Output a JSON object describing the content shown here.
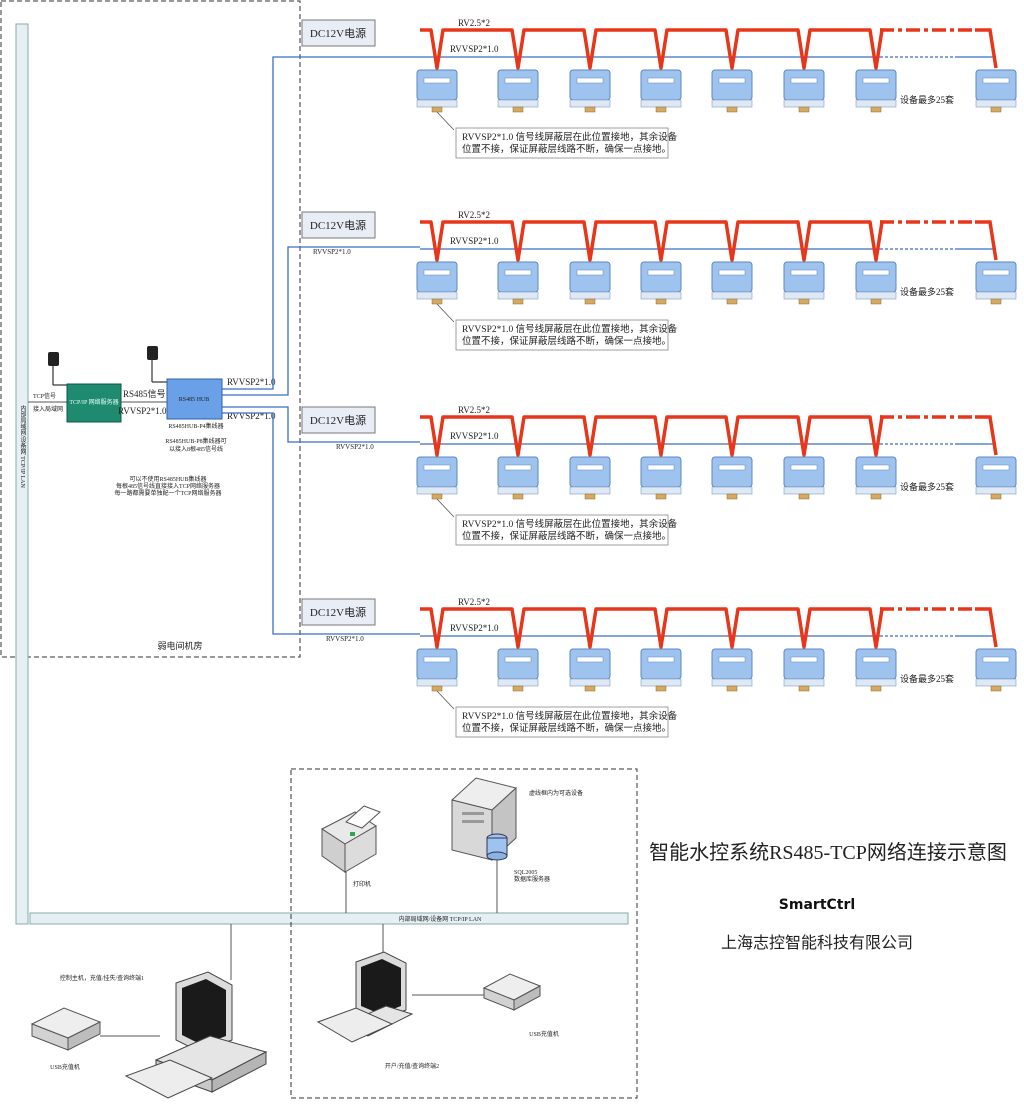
{
  "title": "智能水控系统RS485-TCP网络连接示意图",
  "brand": "SmartCtrl",
  "company": "上海志控智能科技有限公司",
  "room_label": "弱电间机房",
  "lan_vertical_label": "内部局域网/设备网 TCP/IP LAN",
  "lan_horizontal_label": "内部局域网/设备网 TCP/IP LAN",
  "tcp_signal_label": "TCP信号",
  "lan_access_label": "接入局域网",
  "tcp_server_label": "TCP/IP 网络服务器",
  "rs485_label": "RS485信号",
  "rvvsp_label": "RVVSP2*1.0",
  "hub_label": "RS485 HUB",
  "hub_caption": [
    "RS485HUB-P4集线器",
    "RS485HUB-P8集线器可",
    "以接入8根485信号线"
  ],
  "hub_notes": [
    "可以不使用RS485HUB集线器",
    "每根485信号线直接接入TCP网络服务器",
    "每一路都需要单独配一个TCP网络服务器"
  ],
  "psu_label": "DC12V电源",
  "power_cable_label": "RV2.5*2",
  "signal_cable_label": "RVVSP2*1.0",
  "max_devices_label": "设备最多25套",
  "shield_note": [
    "RVVSP2*1.0 信号线屏蔽层在此位置接地，其余设备",
    "位置不接，保证屏蔽层线路不断，确保一点接地。"
  ],
  "optional_note": "虚线框内为可选设备",
  "printer_label": "打印机",
  "db_server_label": [
    "SQL2005",
    "数据库服务器"
  ],
  "terminal1_label": "控制主机，充值/挂失/查询终端1",
  "terminal2_label": "开户/充值/查询终端2",
  "usb_recharger_label": "USB充值机",
  "colors": {
    "power_cable": "#e8361a",
    "signal_cable": "#3a6fc4",
    "device": "#9ec3ee",
    "server_box": "#1e8a70",
    "hub": "#6aa0e8"
  }
}
